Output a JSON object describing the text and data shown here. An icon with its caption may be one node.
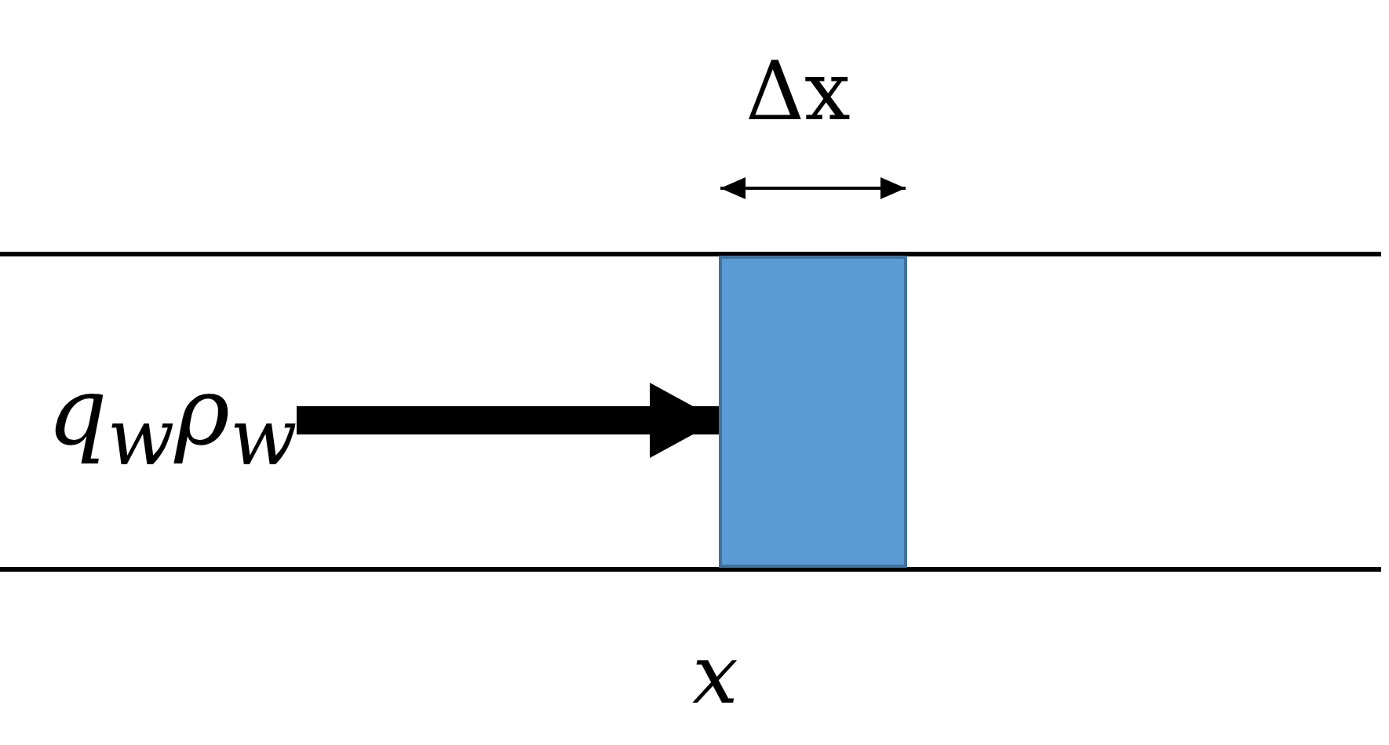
{
  "diagram": {
    "nodes": [
      {
        "text": [
          "q$_{w}$ρ$_{w}$"
        ]
      },
      {
        "text": [],
        "shape": "box"
      }
    ],
    "edges": [
      {
        "from": 0,
        "to": 1,
        "arrow": "to"
      }
    ],
    "labels": [
      "Δx",
      "x"
    ]
  }
}
